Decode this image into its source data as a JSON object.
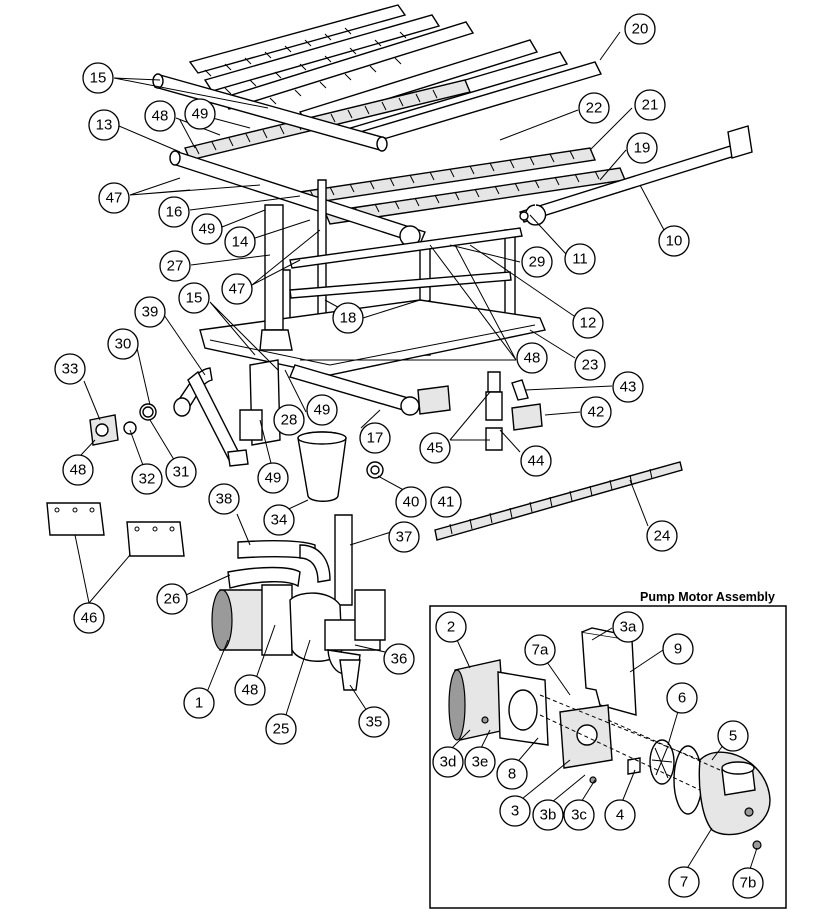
{
  "inset": {
    "title": "Pump Motor Assembly"
  },
  "callouts": {
    "c20": "20",
    "c15a": "15",
    "c22": "22",
    "c21": "21",
    "c13": "13",
    "c48a": "48",
    "c49a": "49",
    "c19": "19",
    "c47a": "47",
    "c16": "16",
    "c49b": "49",
    "c14": "14",
    "c10": "10",
    "c11": "11",
    "c27": "27",
    "c47b": "47",
    "c29": "29",
    "c15b": "15",
    "c39": "39",
    "c18": "18",
    "c12": "12",
    "c30": "30",
    "c48b": "48",
    "c23": "23",
    "c33": "33",
    "c43": "43",
    "c49c": "49",
    "c28": "28",
    "c42": "42",
    "c17": "17",
    "c45": "45",
    "c44": "44",
    "c32": "32",
    "c31": "31",
    "c48c": "48",
    "c49d": "49",
    "c40": "40",
    "c41": "41",
    "c34": "34",
    "c38": "38",
    "c24": "24",
    "c37": "37",
    "c26": "26",
    "c46": "46",
    "c36": "36",
    "c1": "1",
    "c48d": "48",
    "c35": "35",
    "c25": "25",
    "c2": "2",
    "c3a": "3a",
    "c9": "9",
    "c7a": "7a",
    "c6": "6",
    "c5": "5",
    "c3d": "3d",
    "c3e": "3e",
    "c8": "8",
    "c3": "3",
    "c3b": "3b",
    "c3c": "3c",
    "c4": "4",
    "c7": "7",
    "c7b": "7b"
  }
}
